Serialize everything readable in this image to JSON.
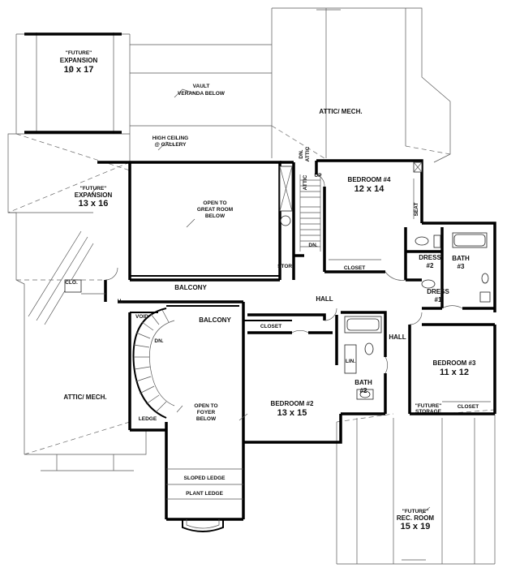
{
  "labels": {
    "future_exp1": "\"FUTURE\"",
    "expansion1_name": "EXPANSION",
    "expansion1_size": "10 x 17",
    "future_exp2": "\"FUTURE\"",
    "expansion2_name": "EXPANSION",
    "expansion2_size": "13 x 16",
    "vault_line1": "VAULT",
    "vault_line2": "VERANDA BELOW",
    "attic_mech_top": "ATTIC/ MECH.",
    "high_ceiling_line1": "HIGH CEILING",
    "high_ceiling_line2": "@ GALLERY",
    "open_great_1": "OPEN TO",
    "open_great_2": "GREAT ROOM",
    "open_great_3": "BELOW",
    "dn_attic": "DN.",
    "attic_small": "ATTIC",
    "attic_small2": "ATTIC",
    "up": "UP",
    "bedroom4_name": "BEDROOM #4",
    "bedroom4_size": "12 x 14",
    "seat": "SEAT",
    "closet4": "CLOSET",
    "dn": "DN.",
    "stor": "STOR.",
    "dress2_name": "DRESS",
    "dress2_num": "#2",
    "bath3_name": "BATH",
    "bath3_num": "#3",
    "dress1_name": "DRESS",
    "dress1_num": "#1",
    "clo": "CLO.",
    "balcony1": "BALCONY",
    "hall1": "HALL",
    "h": "H.",
    "void": "VOID",
    "balcony2": "BALCONY",
    "closet_b2": "CLOSET",
    "hall2": "HALL",
    "dn_stair": "DN.",
    "lin": "LIN.",
    "bath2_name": "BATH",
    "bath2_num": "#2",
    "bedroom3_name": "BEDROOM #3",
    "bedroom3_size": "11 x 12",
    "attic_mech_left": "ATTIC/ MECH.",
    "open_foyer_1": "OPEN TO",
    "open_foyer_2": "FOYER",
    "open_foyer_3": "BELOW",
    "bedroom2_name": "BEDROOM #2",
    "bedroom2_size": "13 x 15",
    "future_storage1": "\"FUTURE\"",
    "future_storage2": "STORAGE",
    "closet3": "CLOSET",
    "ledge": "LEDGE",
    "sloped_ledge": "SLOPED LEDGE",
    "plant_ledge": "PLANT LEDGE",
    "future_rec": "\"FUTURE\"",
    "rec_room_name": "REC. ROOM",
    "rec_room_size": "15 x 19"
  },
  "colors": {
    "wall": "#000000",
    "line": "#555555",
    "background": "#ffffff"
  }
}
